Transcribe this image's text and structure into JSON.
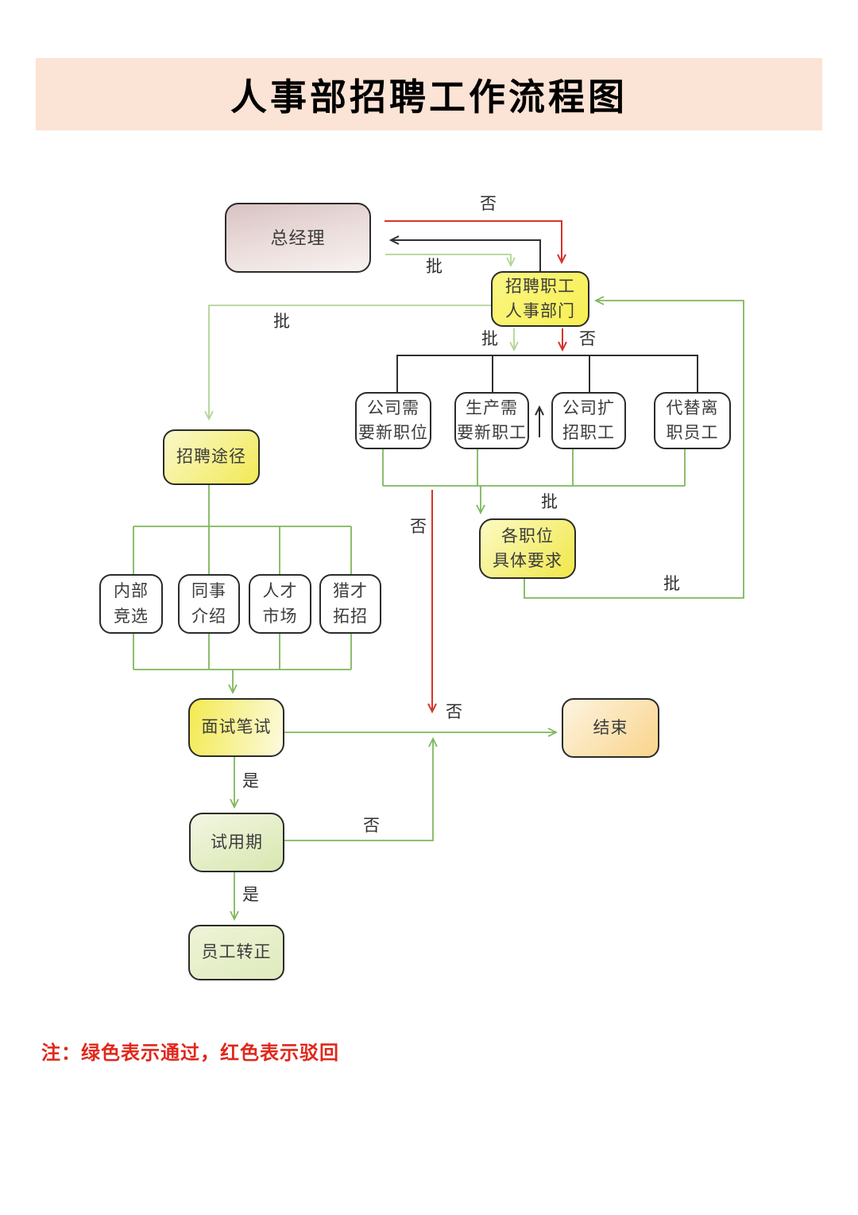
{
  "title": "人事部招聘工作流程图",
  "note": "注：绿色表示通过，红色表示驳回",
  "colors": {
    "banner_bg": "#FBE3D5",
    "approve_green": "#7FB75B",
    "approve_light_green": "#AFD596",
    "reject_red": "#D6342A",
    "line_black": "#2F2F2F",
    "note_red": "#E0271B"
  },
  "nodes": {
    "general_manager": {
      "text": "总经理"
    },
    "hr_department": {
      "line1": "招聘职工",
      "line2": "人事部门"
    },
    "need_new_position": {
      "line1": "公司需",
      "line2": "要新职位"
    },
    "production_needs": {
      "line1": "生产需",
      "line2": "要新职工"
    },
    "company_expansion": {
      "line1": "公司扩",
      "line2": "招职工"
    },
    "replace_leaving": {
      "line1": "代替离",
      "line2": "职员工"
    },
    "position_requirements": {
      "line1": "各职位",
      "line2": "具体要求"
    },
    "recruitment_channels": {
      "text": "招聘途径"
    },
    "internal_competition": {
      "line1": "内部",
      "line2": "竞选"
    },
    "colleague_referral": {
      "line1": "同事",
      "line2": "介绍"
    },
    "talent_market": {
      "line1": "人才",
      "line2": "市场"
    },
    "headhunting": {
      "line1": "猎才",
      "line2": "拓招"
    },
    "interview_written_test": {
      "text": "面试笔试"
    },
    "end": {
      "text": "结束"
    },
    "probation": {
      "text": "试用期"
    },
    "employee_regularization": {
      "text": "员工转正"
    }
  },
  "edge_labels": {
    "no_gm_to_hr": "否",
    "approve_hr_to_gm": "批",
    "approve_hr_to_channels": "批",
    "approve_hr_down": "批",
    "no_hr_down": "否",
    "approve_to_requirements": "批",
    "no_center": "否",
    "approve_requirements_to_hr": "批",
    "no_to_end": "否",
    "yes_to_probation": "是",
    "no_probation": "否",
    "yes_to_regular": "是"
  }
}
